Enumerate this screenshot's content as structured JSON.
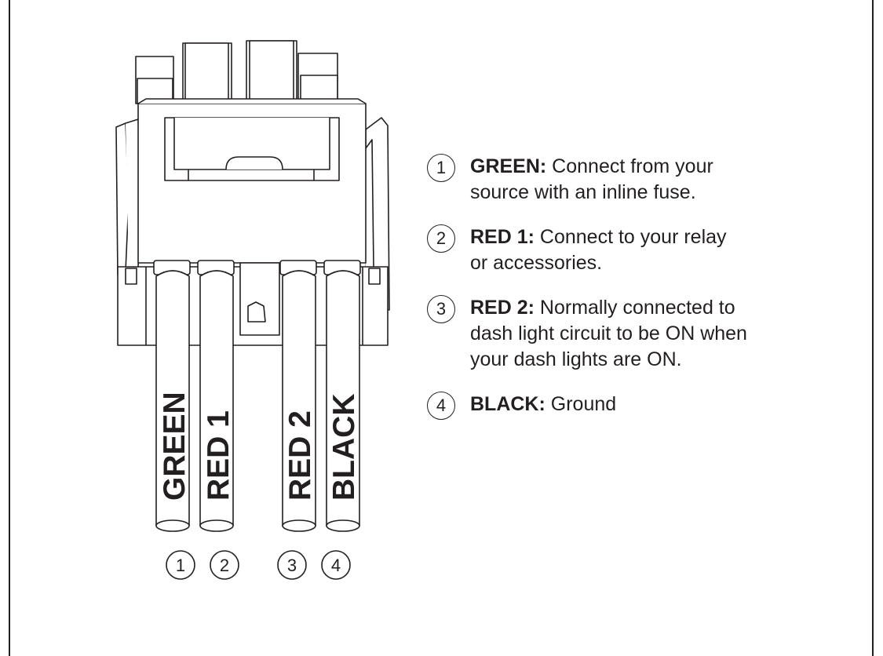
{
  "connector": {
    "wires": [
      {
        "number": "1",
        "label": "GREEN"
      },
      {
        "number": "2",
        "label": "RED 1"
      },
      {
        "number": "3",
        "label": "RED 2"
      },
      {
        "number": "4",
        "label": "BLACK"
      }
    ]
  },
  "legend": {
    "items": [
      {
        "number": "1",
        "label": "GREEN:",
        "text": " Connect from your",
        "text2": "source with an inline fuse."
      },
      {
        "number": "2",
        "label": "RED 1:",
        "text": " Connect to your relay",
        "text2": "or accessories."
      },
      {
        "number": "3",
        "label": "RED 2:",
        "text": " Normally connected to",
        "text2": "dash light circuit to be ON when",
        "text3": "your dash lights are ON."
      },
      {
        "number": "4",
        "label": "BLACK:",
        "text": " Ground"
      }
    ]
  },
  "colors": {
    "stroke": "#231f20",
    "background": "#ffffff"
  }
}
